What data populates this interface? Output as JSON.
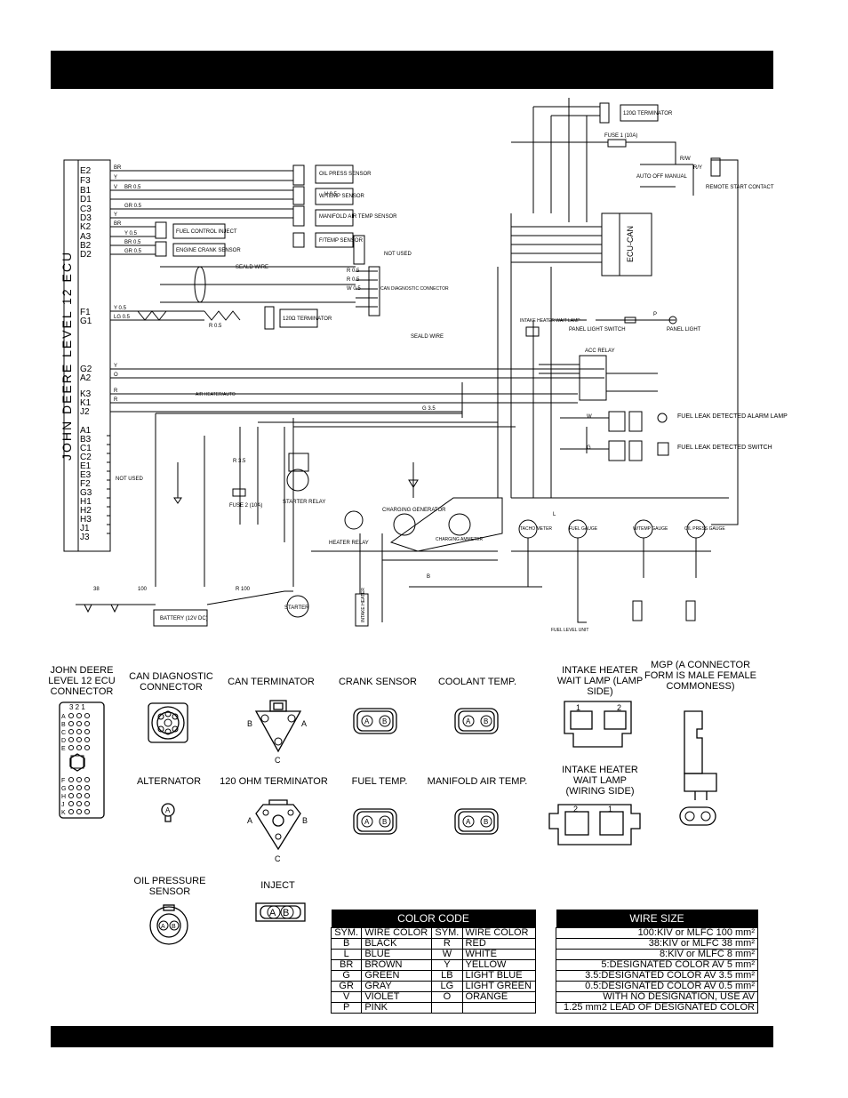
{
  "ecu_label": "JOHN DEERE LEVEL 12 ECU",
  "ecu_pins": [
    "E2",
    "F3",
    "B1",
    "D1",
    "C3",
    "D3",
    "K2",
    "A3",
    "B2",
    "D2",
    "F1",
    "G1",
    "G2",
    "A2",
    "K3",
    "K1",
    "J2",
    "A1",
    "B3",
    "C1",
    "C2",
    "E1",
    "E3",
    "F2",
    "G3",
    "H1",
    "H2",
    "H3",
    "J1",
    "J3"
  ],
  "schematic": {
    "components": {
      "oil_press": "OIL PRESS SENSOR",
      "w_temp": "W/TEMP SENSOR",
      "manifold": "MANIFOLD AIR TEMP SENSOR",
      "f_temp": "F/TEMP SENSOR",
      "fuel_control": "FUEL CONTROL INJECT",
      "engine_crank": "ENGINE CRANK SENSOR",
      "not_used": "NOT USED",
      "can_diag": "CAN DIAGNOSTIC CONNECTOR",
      "term_120_top": "120Ω TERMINATOR",
      "term_120_mid": "120Ω TERMINATOR",
      "fuse1": "FUSE 1 (10A)",
      "auto_off_manual": "AUTO OFF MANUAL",
      "remote": "REMOTE START CONTACT",
      "ecu_can": "ECU-CAN",
      "panel_light_switch": "PANEL LIGHT SWITCH",
      "panel_light": "PANEL LIGHT",
      "intake_heater_wait_lamp": "INTAKE HEATER WAIT LAMP",
      "acc_relay": "ACC RELAY",
      "fuel_leak_lamp": "FUEL LEAK DETECTED ALARM LAMP",
      "fuel_leak_switch": "FUEL LEAK DETECTED SWITCH",
      "fuse2": "FUSE 2 (10A)",
      "starter_relay": "STARTER RELAY",
      "heater_relay": "HEATER RELAY",
      "charging_generator": "CHARGING GENERATOR",
      "charging_ammeter": "CHARGING AMMETER",
      "tachometer": "TACHO METER",
      "fuel_gauge": "FUEL GAUGE",
      "w_temp_gauge": "W/TEMP GAUGE",
      "oil_press_gauge": "OIL PRESS GAUGE",
      "starter": "STARTER",
      "battery": "BATTERY (12V DC)",
      "intake_heater": "INTAKE HEATER",
      "fuel_level_unit": "FUEL LEVEL UNIT",
      "not_used_side": "NOT USED",
      "seald_wire_1": "SEALD WIRE",
      "seald_wire_2": "SEALD WIRE",
      "air_heater": "AIR HEATER/AUTO"
    },
    "wire_labels": [
      "BR",
      "Y",
      "V",
      "BR 0.5",
      "GR 0.5",
      "Y",
      "BR",
      "Y 0.5",
      "BR 0.5",
      "GR 0.5",
      "R 0.5",
      "R 0.5",
      "W 0.5",
      "Y 0.5",
      "LG 0.5",
      "R 0.5",
      "Y",
      "O",
      "R",
      "R",
      "R 100",
      "38",
      "100",
      "G 3.5",
      "G",
      "B",
      "L",
      "W",
      "R/W",
      "R/Y",
      "P",
      "V 0.5",
      "R 3.5"
    ]
  },
  "legend": {
    "jd_connector": "JOHN DEERE LEVEL 12 ECU CONNECTOR",
    "can_diag": "CAN DIAGNOSTIC CONNECTOR",
    "can_term": "CAN TERMINATOR",
    "crank": "CRANK SENSOR",
    "coolant": "COOLANT TEMP.",
    "lamp_side": "INTAKE HEATER WAIT LAMP (LAMP SIDE)",
    "mgp": "MGP (A CONNECTOR FORM IS MALE FEMALE COMMONESS)",
    "alternator": "ALTERNATOR",
    "ohm_term": "120 OHM TERMINATOR",
    "fuel_temp": "FUEL TEMP.",
    "manifold": "MANIFOLD AIR TEMP.",
    "wiring_side": "INTAKE HEATER WAIT LAMP (WIRING SIDE)",
    "oil_press": "OIL PRESSURE SENSOR",
    "inject": "INJECT",
    "pin_a": "A",
    "pin_b": "B",
    "pin_c": "C",
    "pin_1": "1",
    "pin_2": "2",
    "jd_rows_top": [
      "A",
      "B",
      "C",
      "D",
      "E"
    ],
    "jd_rows_bot": [
      "F",
      "G",
      "H",
      "J",
      "K"
    ],
    "jd_cols": "3 2 1"
  },
  "color_code": {
    "title": "COLOR CODE",
    "headers": [
      "SYM.",
      "WIRE COLOR",
      "SYM.",
      "WIRE COLOR"
    ],
    "rows": [
      [
        "B",
        "BLACK",
        "R",
        "RED"
      ],
      [
        "L",
        "BLUE",
        "W",
        "WHITE"
      ],
      [
        "BR",
        "BROWN",
        "Y",
        "YELLOW"
      ],
      [
        "G",
        "GREEN",
        "LB",
        "LIGHT BLUE"
      ],
      [
        "GR",
        "GRAY",
        "LG",
        "LIGHT GREEN"
      ],
      [
        "V",
        "VIOLET",
        "O",
        "ORANGE"
      ],
      [
        "P",
        "PINK",
        "",
        ""
      ]
    ]
  },
  "wire_size": {
    "title": "WIRE SIZE",
    "rows": [
      "100:KIV or MLFC 100 mm²",
      "38:KIV or MLFC 38 mm²",
      "8:KIV or MLFC 8 mm²",
      "5:DESIGNATED COLOR AV 5 mm²",
      "3.5:DESIGNATED COLOR AV 3.5 mm²",
      "0.5:DESIGNATED COLOR AV 0.5 mm²",
      "WITH NO DESIGNATION, USE AV",
      "1.25 mm2 LEAD OF DESIGNATED COLOR"
    ]
  }
}
